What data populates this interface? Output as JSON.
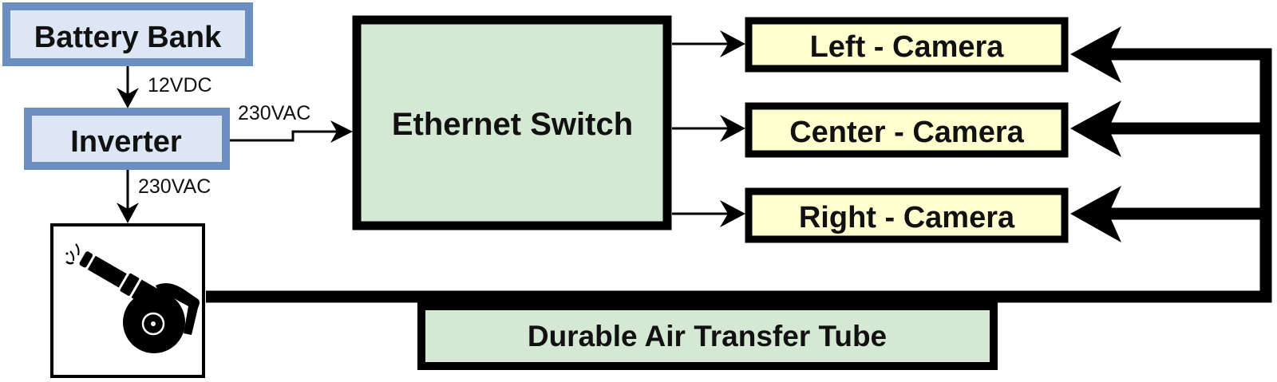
{
  "diagram": {
    "nodes": {
      "battery_bank": {
        "label": "Battery Bank",
        "fill": "#dce6f5",
        "border": "#6d8ec0"
      },
      "inverter": {
        "label": "Inverter",
        "fill": "#dce6f5",
        "border": "#6d8ec0"
      },
      "ethernet_switch": {
        "label": "Ethernet Switch",
        "fill": "#d5e8d4",
        "border": "#000000"
      },
      "left_camera": {
        "label": "Left - Camera",
        "fill": "#ffffd0",
        "border": "#000000"
      },
      "center_camera": {
        "label": "Center - Camera",
        "fill": "#ffffd0",
        "border": "#000000"
      },
      "right_camera": {
        "label": "Right - Camera",
        "fill": "#ffffd0",
        "border": "#000000"
      },
      "air_blower": {
        "icon": "air-blower-icon",
        "fill": "#ffffff",
        "border": "#000000"
      },
      "air_tube": {
        "label": "Durable Air Transfer Tube",
        "fill": "#d5e8d4",
        "border": "#000000"
      }
    },
    "edges": {
      "battery_to_inverter": {
        "label": "12VDC"
      },
      "inverter_to_switch": {
        "label": "230VAC"
      },
      "inverter_to_blower": {
        "label": "230VAC"
      }
    }
  }
}
